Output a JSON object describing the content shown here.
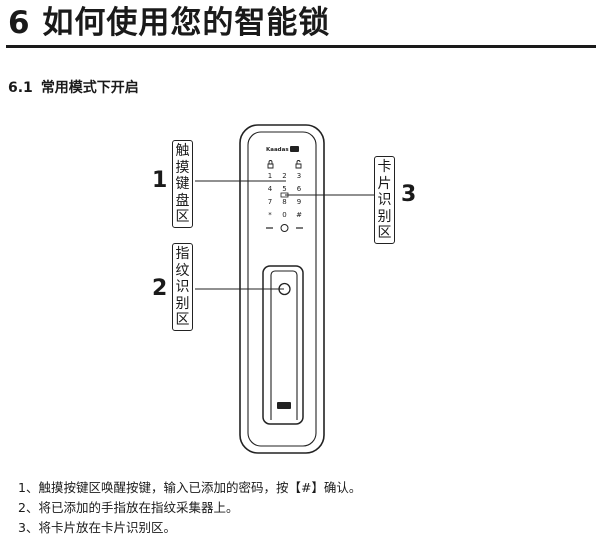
{
  "chapter": {
    "title": "6 如何使用您的智能锁"
  },
  "section": {
    "number": "6.1",
    "title": "常用模式下开启"
  },
  "lock": {
    "brand": "Kaadas",
    "keypad_keys": [
      "1",
      "2",
      "3",
      "4",
      "5",
      "6",
      "7",
      "8",
      "9",
      "*",
      "0",
      "#"
    ]
  },
  "callouts": [
    {
      "number": "1",
      "label": [
        "触",
        "摸",
        "键",
        "盘",
        "区"
      ]
    },
    {
      "number": "2",
      "label": [
        "指",
        "纹",
        "识",
        "别",
        "区"
      ]
    },
    {
      "number": "3",
      "label": [
        "卡",
        "片",
        "识",
        "别",
        "区"
      ]
    }
  ],
  "instructions": [
    "1、触摸按键区唤醒按键，输入已添加的密码，按【#】确认。",
    "2、将已添加的手指放在指纹采集器上。",
    "3、将卡片放在卡片识别区。"
  ]
}
